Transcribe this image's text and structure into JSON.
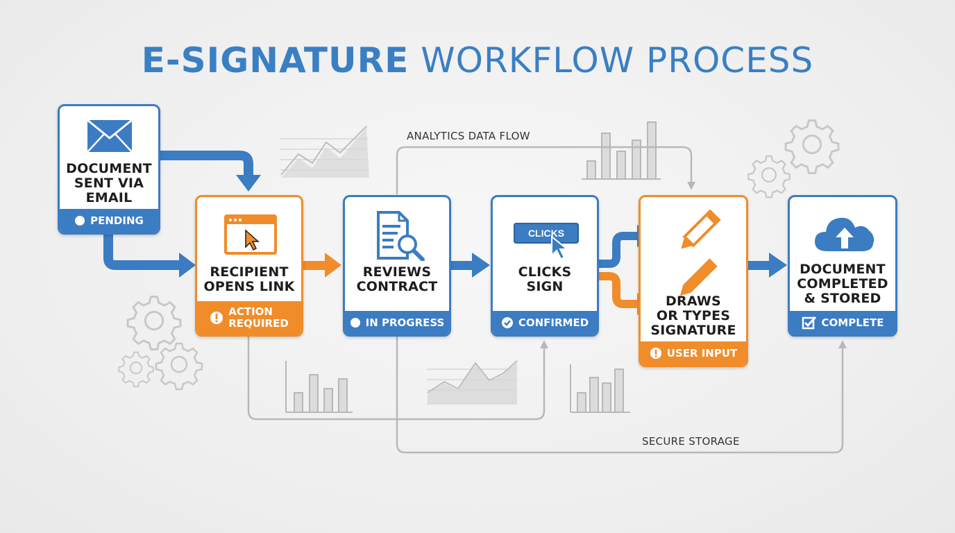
{
  "title": {
    "bold": "E-SIGNATURE",
    "light": "WORKFLOW PROCESS"
  },
  "flow_labels": {
    "analytics": "ANALYTICS DATA FLOW",
    "storage": "SECURE STORAGE"
  },
  "steps": [
    {
      "label": "DOCUMENT\nSENT VIA\nEMAIL",
      "status": "PENDING",
      "status_icon": "dot-icon",
      "icon": "envelope-icon",
      "color": "#3b7cc2"
    },
    {
      "label": "RECIPIENT\nOPENS LINK",
      "status": "ACTION\nREQUIRED",
      "status_icon": "alert-icon",
      "icon": "browser-cursor-icon",
      "color": "#f08c2a"
    },
    {
      "label": "REVIEWS\nCONTRACT",
      "status": "IN PROGRESS",
      "status_icon": "dot-icon",
      "icon": "document-search-icon",
      "color": "#3b7cc2"
    },
    {
      "label": "CLICKS\nSIGN",
      "status": "CONFIRMED",
      "status_icon": "check-circle-icon",
      "icon": "click-button-icon",
      "button_text": "CLICKS",
      "color": "#3b7cc2"
    },
    {
      "label": "DRAWS\nOR TYPES\nSIGNATURE",
      "status": "USER INPUT",
      "status_icon": "alert-icon",
      "icon": "pencil-icon",
      "color": "#f08c2a"
    },
    {
      "label": "DOCUMENT\nCOMPLETED\n& STORED",
      "status": "COMPLETE",
      "status_icon": "checkbox-icon",
      "icon": "cloud-upload-icon",
      "color": "#3b7cc2"
    }
  ],
  "colors": {
    "blue": "#3b7cc2",
    "orange": "#f08c2a",
    "gray_line": "#b8b8b8"
  }
}
